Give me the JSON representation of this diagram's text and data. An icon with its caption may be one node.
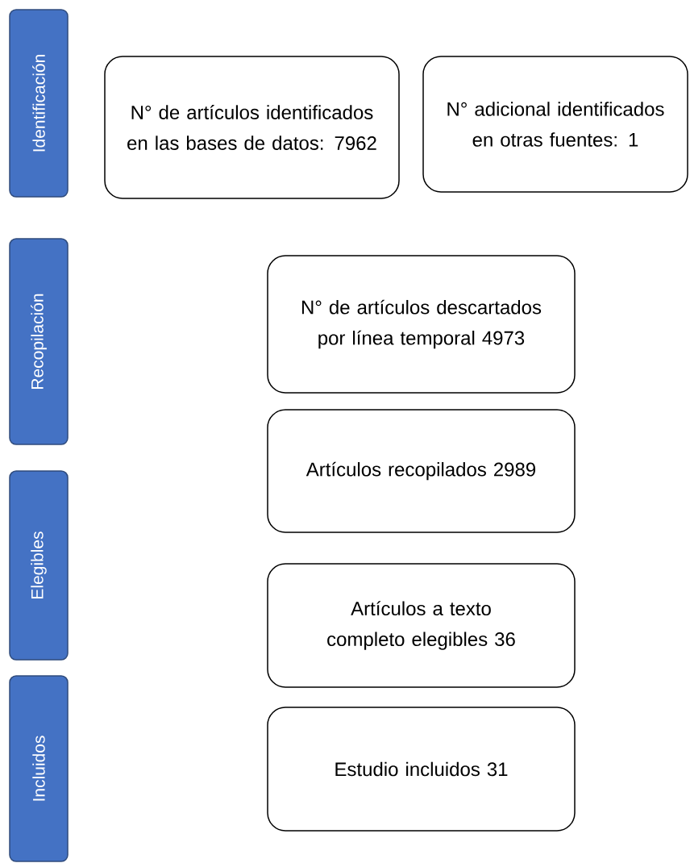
{
  "diagram": {
    "nodes": [
      {
        "text": [
          "Identificación"
        ]
      },
      {
        "text": [
          "N° de artículos identificados en las bases de datos: 7962"
        ]
      },
      {
        "text": [
          "N° adicional identificados en otras fuentes: 1"
        ]
      },
      {
        "text": [
          "Recopilación"
        ]
      },
      {
        "text": [
          "N° de artículos descartados por línea temporal 4973"
        ]
      },
      {
        "text": [
          "Artículos recopilados 2989"
        ]
      },
      {
        "text": [
          "Elegibles"
        ]
      },
      {
        "text": [
          "Artículos a texto completo elegibles 36"
        ]
      },
      {
        "text": [
          "Incluidos"
        ]
      },
      {
        "text": [
          "Estudio incluidos 31"
        ]
      }
    ]
  }
}
